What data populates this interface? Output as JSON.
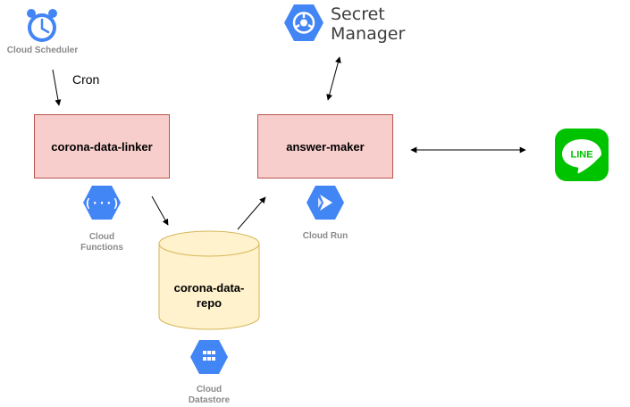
{
  "services": {
    "cloud_scheduler": "Cloud Scheduler",
    "cloud_functions": [
      "Cloud",
      "Functions"
    ],
    "cloud_run": "Cloud Run",
    "cloud_datastore": [
      "Cloud",
      "Datastore"
    ],
    "secret_manager": [
      "Secret",
      "Manager"
    ]
  },
  "edges": {
    "cron_label": "Cron"
  },
  "nodes": {
    "linker": "corona-data-linker",
    "answer_maker": "answer-maker",
    "repo": [
      "corona-data-",
      "repo"
    ]
  },
  "line": {
    "logo_text": "LINE"
  },
  "colors": {
    "box_fill": "#f8cecc",
    "box_stroke": "#b85450",
    "cylinder_fill": "#fff2cc",
    "cylinder_stroke": "#d6b656",
    "gcp_blue": "#4285f4",
    "line_green": "#00c300"
  }
}
